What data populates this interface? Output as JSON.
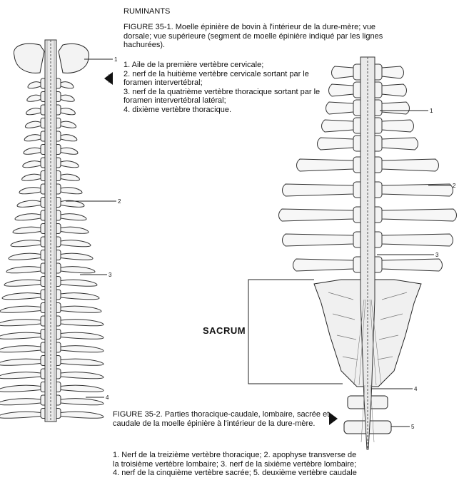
{
  "header": "RUMINANTS",
  "fig1": {
    "caption": "FIGURE 35-1. Moelle épinière de bovin à l'intérieur de la dure-mère; vue dorsale; vue supérieure (segment de moelle épinière indiqué par les lignes hachurées).",
    "legend": [
      "1. Aile de la première vertèbre cervicale;",
      "2. nerf de la huitième vertèbre cervicale sortant par le foramen intervertébral;",
      "3. nerf de la quatrième vertèbre thoracique sortant par le foramen intervertébral latéral;",
      "4. dixième vertèbre thoracique."
    ],
    "callouts": [
      "1",
      "2",
      "3",
      "4"
    ]
  },
  "fig2": {
    "caption": "FIGURE 35-2. Parties thoracique-caudale, lombaire, sacrée et caudale de la moelle épinière à l'intérieur de la dure-mère.",
    "legend": "1. Nerf de la treizième vertèbre thoracique; 2. apophyse transverse de la troisième vertèbre lombaire; 3. nerf de la sixième vertèbre lombaire; 4. nerf de la cinquième vertèbre sacrée; 5. deuxième vertèbre caudale",
    "callouts": [
      "1",
      "2",
      "3",
      "4",
      "5"
    ]
  },
  "sacrum_label": "SACRUM"
}
